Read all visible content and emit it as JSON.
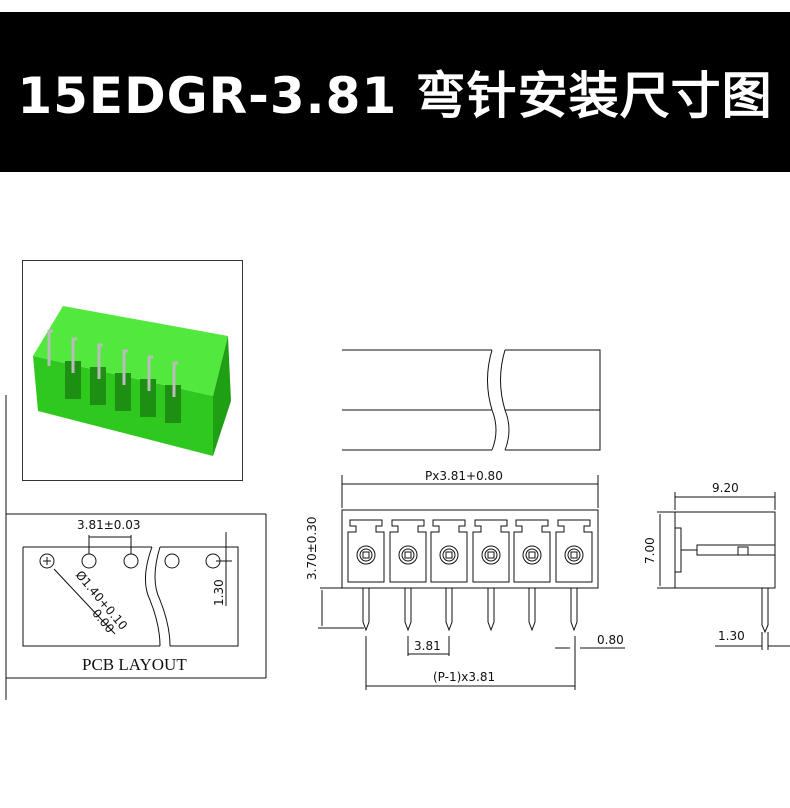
{
  "title": "15EDGR-3.81 弯针安装尺寸图",
  "colors": {
    "title_bg": "#000000",
    "title_text": "#ffffff",
    "connector_green": "#2fd11f",
    "line": "#111111"
  },
  "pcb_layout": {
    "pitch_label": "3.81±0.03",
    "hole_dia_label": "Ø1.40",
    "hole_tol_plus": "+0.10",
    "hole_tol_minus": "0.00",
    "offset_label": "1.30",
    "caption": "PCB LAYOUT"
  },
  "front_view": {
    "width_label": "Px3.81+0.80",
    "height_label": "3.70±0.30",
    "pitch_label": "3.81",
    "pin_width_label": "0.80",
    "span_label": "(P-1)x3.81"
  },
  "side_view": {
    "depth_label": "9.20",
    "height_label": "7.00",
    "pin_offset_label": "1.30"
  }
}
